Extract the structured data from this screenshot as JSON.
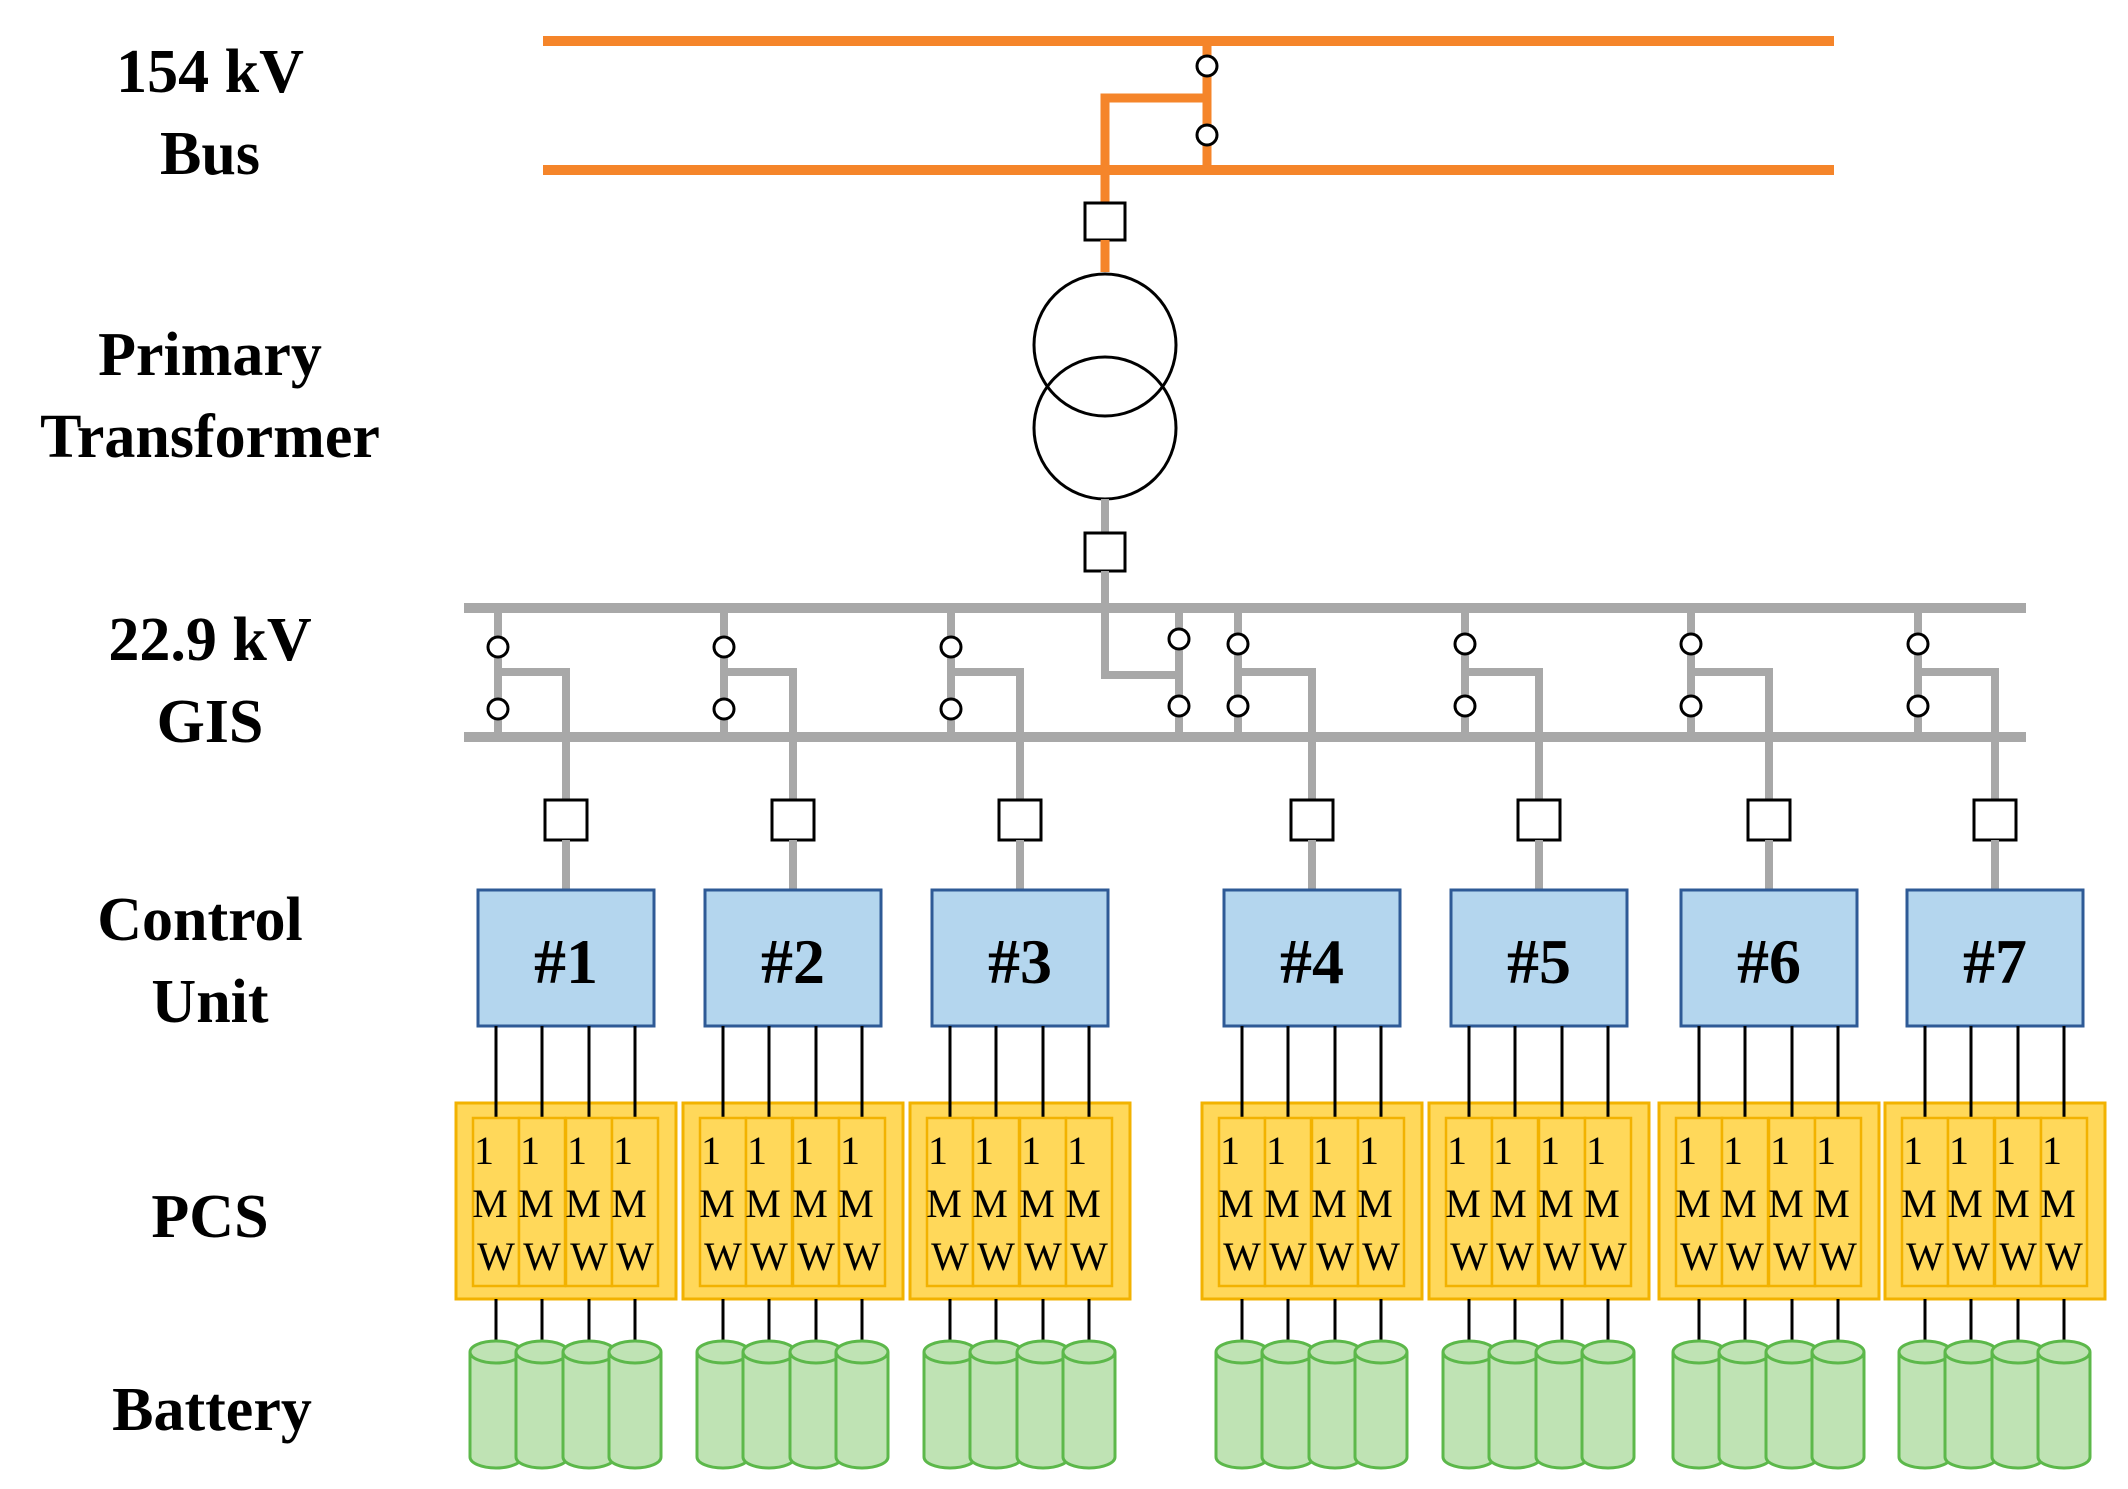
{
  "labels": {
    "bus_154": [
      "154 kV",
      "Bus"
    ],
    "transformer": [
      "Primary",
      "Transformer"
    ],
    "gis": [
      "22.9 kV",
      "GIS"
    ],
    "control": [
      "Control",
      "Unit"
    ],
    "pcs": [
      "PCS"
    ],
    "battery": [
      "Battery"
    ]
  },
  "control_units": [
    "#1",
    "#2",
    "#3",
    "#4",
    "#5",
    "#6",
    "#7"
  ],
  "pcs_module_text": [
    "1",
    "M",
    "W"
  ],
  "pcs_per_unit": 4,
  "colors": {
    "hv_bus": "#F5852A",
    "mv_bus": "#A8A8A8",
    "control_fill": "#B4D6EE",
    "control_stroke": "#2E5A96",
    "pcs_fill": "#FFD85A",
    "pcs_stroke": "#F2B200",
    "battery_fill": "#BFE3B4",
    "battery_stroke": "#5CB84A"
  }
}
